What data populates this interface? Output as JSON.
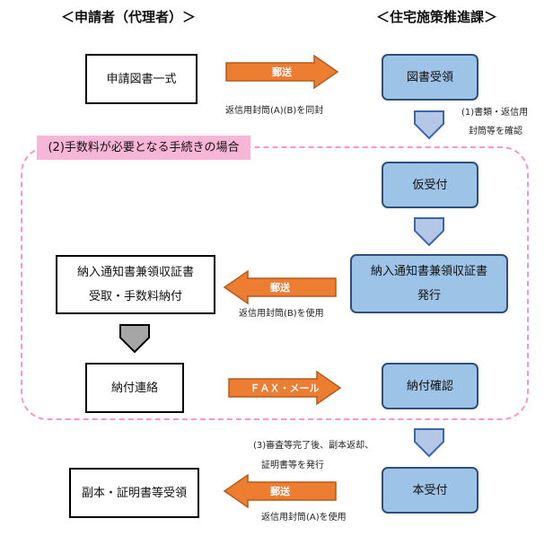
{
  "headers": {
    "applicant": "＜申請者（代理者）＞",
    "office": "＜住宅施策推進課＞"
  },
  "section": {
    "fee_case_label": "(2)手数料が必要となる手続きの場合"
  },
  "left_boxes": {
    "application_docs": "申請図書一式",
    "payment_notice_line1": "納入通知書兼領収証書",
    "payment_notice_line2": "受取・手数料納付",
    "payment_contact": "納付連絡",
    "copy_receipt": "副本・証明書等受領"
  },
  "right_boxes": {
    "doc_receipt": "図書受領",
    "provisional": "仮受付",
    "notice_issue_line1": "納入通知書兼領収証書",
    "notice_issue_line2": "発行",
    "payment_confirm": "納付確認",
    "main_reception": "本受付"
  },
  "arrows": {
    "mail1": "郵送",
    "mail2": "郵送",
    "fax": "ＦＡＸ・メール",
    "mail3": "郵送"
  },
  "notes": {
    "return_ab": "返信用封筒(A)(B)を同封",
    "check_line1": "(1)書類・返信用",
    "check_line2": "封筒等を確認",
    "return_b": "返信用封筒(B)を使用",
    "after_review_line1": "(3)審査等完了後、副本返却、",
    "after_review_line2": "証明書等を発行",
    "return_a": "返信用封筒(A)を使用"
  },
  "colors": {
    "accent_orange": "#ed7d31",
    "box_blue": "#9dc3e6",
    "down_arrow_blue": "#b4c7e7",
    "down_arrow_gray": "#a6a6a6",
    "dashed_pink": "#f59ac8",
    "label_pink": "#f7b6d8"
  }
}
